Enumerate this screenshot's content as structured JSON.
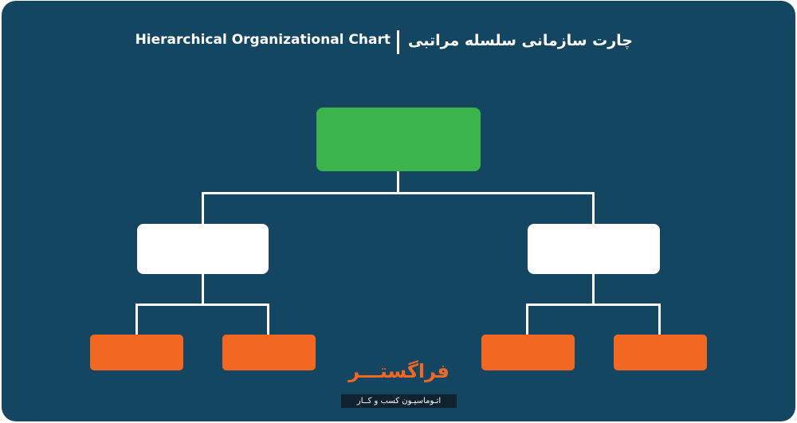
{
  "header": {
    "title_en": "Hierarchical Organizational Chart",
    "title_fa": "چارت سازمانی سلسله مراتبی"
  },
  "chart": {
    "levels": [
      "root",
      "manager",
      "staff"
    ],
    "node_colors": {
      "root": "#3bb54b",
      "manager": "#ffffff",
      "staff": "#f26722"
    },
    "background_color": "#144661",
    "connector_color": "#ffffff"
  },
  "brand": {
    "name": "فراگستـــر",
    "tagline": "اتـوماسیـون کسب و کــار",
    "color": "#f26722"
  }
}
